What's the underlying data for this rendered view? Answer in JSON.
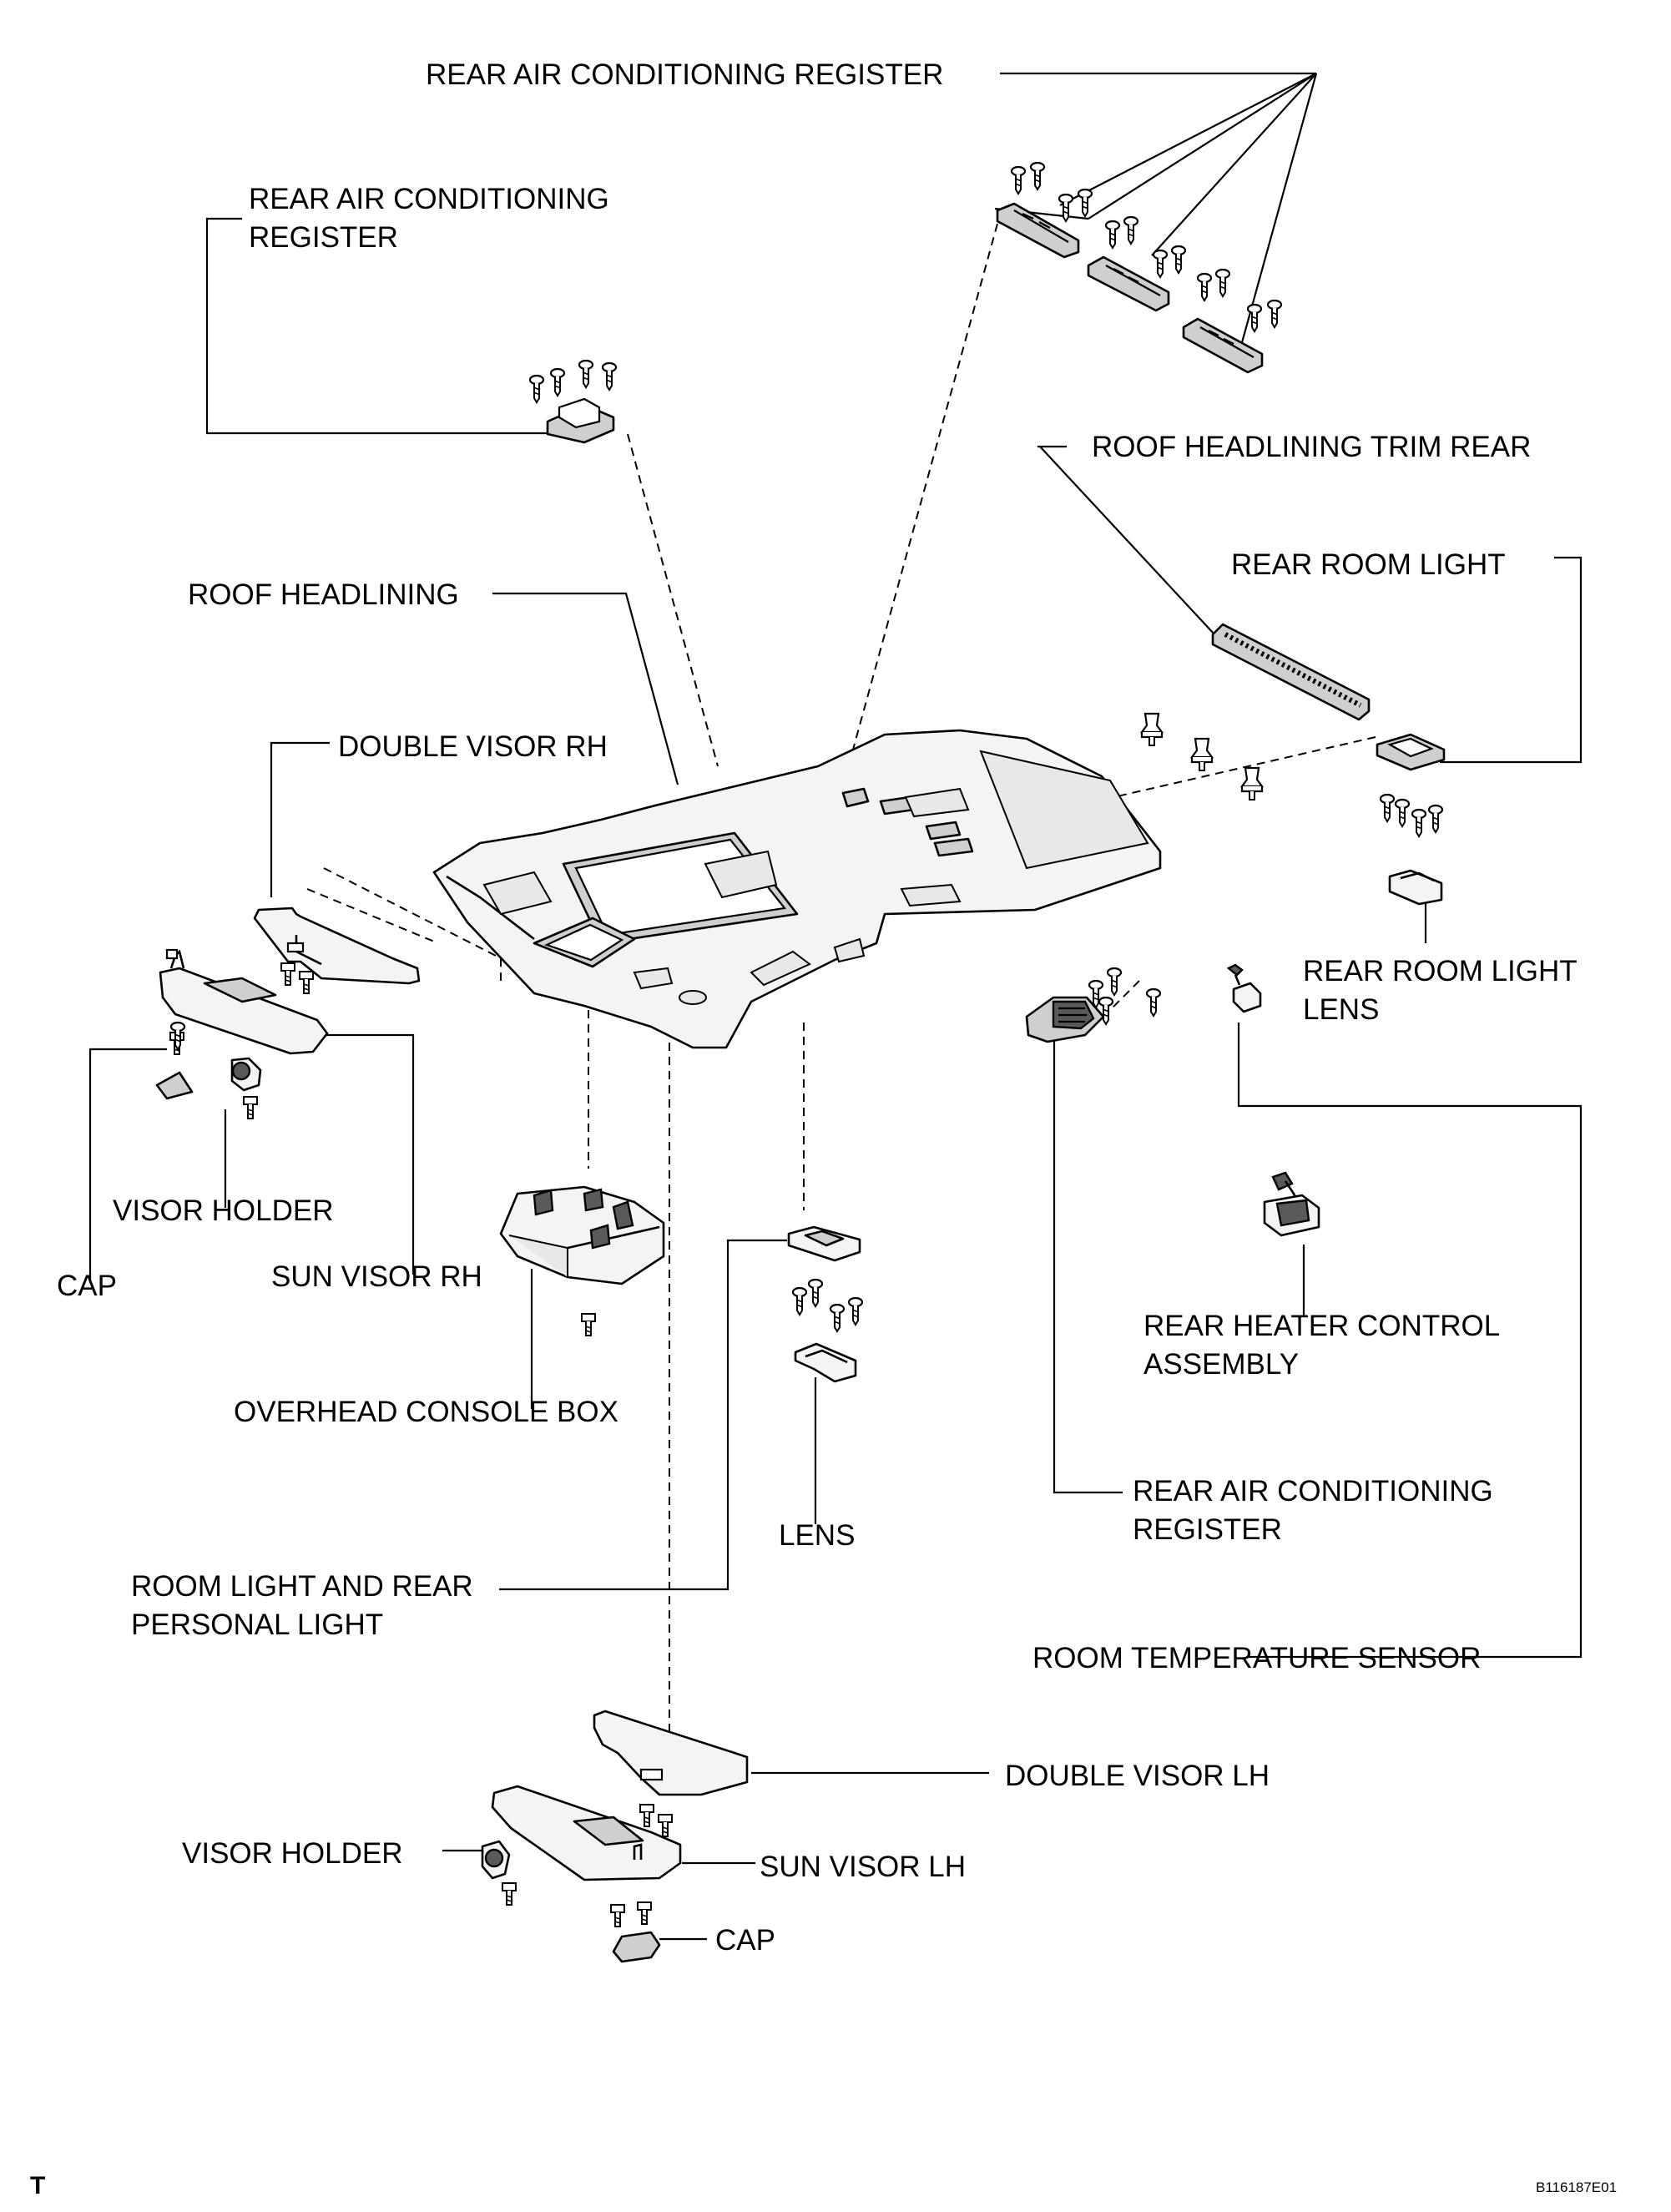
{
  "labels": {
    "rear_ac_register_top": "REAR AIR CONDITIONING REGISTER",
    "rear_ac_register_left_1": "REAR AIR CONDITIONING",
    "rear_ac_register_left_2": "REGISTER",
    "roof_headlining_trim_rear": "ROOF HEADLINING TRIM REAR",
    "rear_room_light": "REAR ROOM LIGHT",
    "roof_headlining": "ROOF HEADLINING",
    "double_visor_rh": "DOUBLE VISOR RH",
    "rear_room_light_lens_1": "REAR ROOM LIGHT",
    "rear_room_light_lens_2": "LENS",
    "visor_holder_rh": "VISOR HOLDER",
    "cap_rh": "CAP",
    "sun_visor_rh": "SUN VISOR RH",
    "rear_heater_control_1": "REAR HEATER CONTROL",
    "rear_heater_control_2": "ASSEMBLY",
    "overhead_console_box": "OVERHEAD CONSOLE BOX",
    "rear_ac_register_right_1": "REAR AIR CONDITIONING",
    "rear_ac_register_right_2": "REGISTER",
    "lens": "LENS",
    "room_light_rear_personal_1": "ROOM LIGHT AND REAR",
    "room_light_rear_personal_2": "PERSONAL LIGHT",
    "room_temperature_sensor": "ROOM TEMPERATURE SENSOR",
    "double_visor_lh": "DOUBLE VISOR LH",
    "visor_holder_lh": "VISOR HOLDER",
    "sun_visor_lh": "SUN VISOR LH",
    "cap_lh": "CAP"
  },
  "corner_mark": "T",
  "figure_code": "B116187E01"
}
